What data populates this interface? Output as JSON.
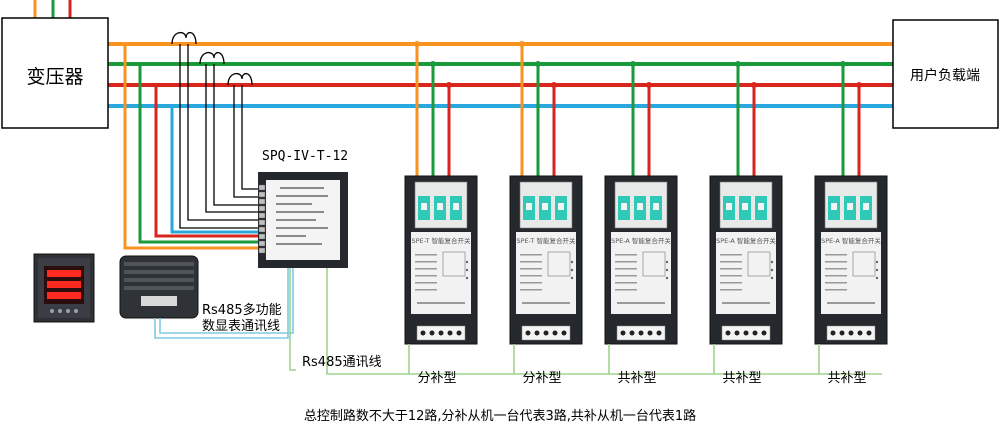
{
  "transformer_label": "变压器",
  "load_label": "用户负载端",
  "controller_model": "SPQ-IV-T-12",
  "rs485_meter_line1": "Rs485多功能",
  "rs485_meter_line2": "数显表通讯线",
  "rs485_bus_label": "Rs485通讯线",
  "summary_text": "总控制路数不大于12路,分补从机一台代表3路,共补从机一台代表1路",
  "units": [
    {
      "panel_title": "SPE-T 智能复合开关",
      "type_label": "分补型"
    },
    {
      "panel_title": "SPE-T 智能复合开关",
      "type_label": "分补型"
    },
    {
      "panel_title": "SPE-A 智能复合开关",
      "type_label": "共补型"
    },
    {
      "panel_title": "SPE-A 智能复合开关",
      "type_label": "共补型"
    },
    {
      "panel_title": "SPE-A 智能复合开关",
      "type_label": "共补型"
    }
  ],
  "colors": {
    "phase_a": "#f7931e",
    "phase_b": "#1a9a3a",
    "phase_c": "#d9261c",
    "neutral": "#29a8e0",
    "comm": "#7ec8e3",
    "bus": "#9ed38c",
    "device_body": "#25292e",
    "device_face": "#f2f2f2"
  }
}
